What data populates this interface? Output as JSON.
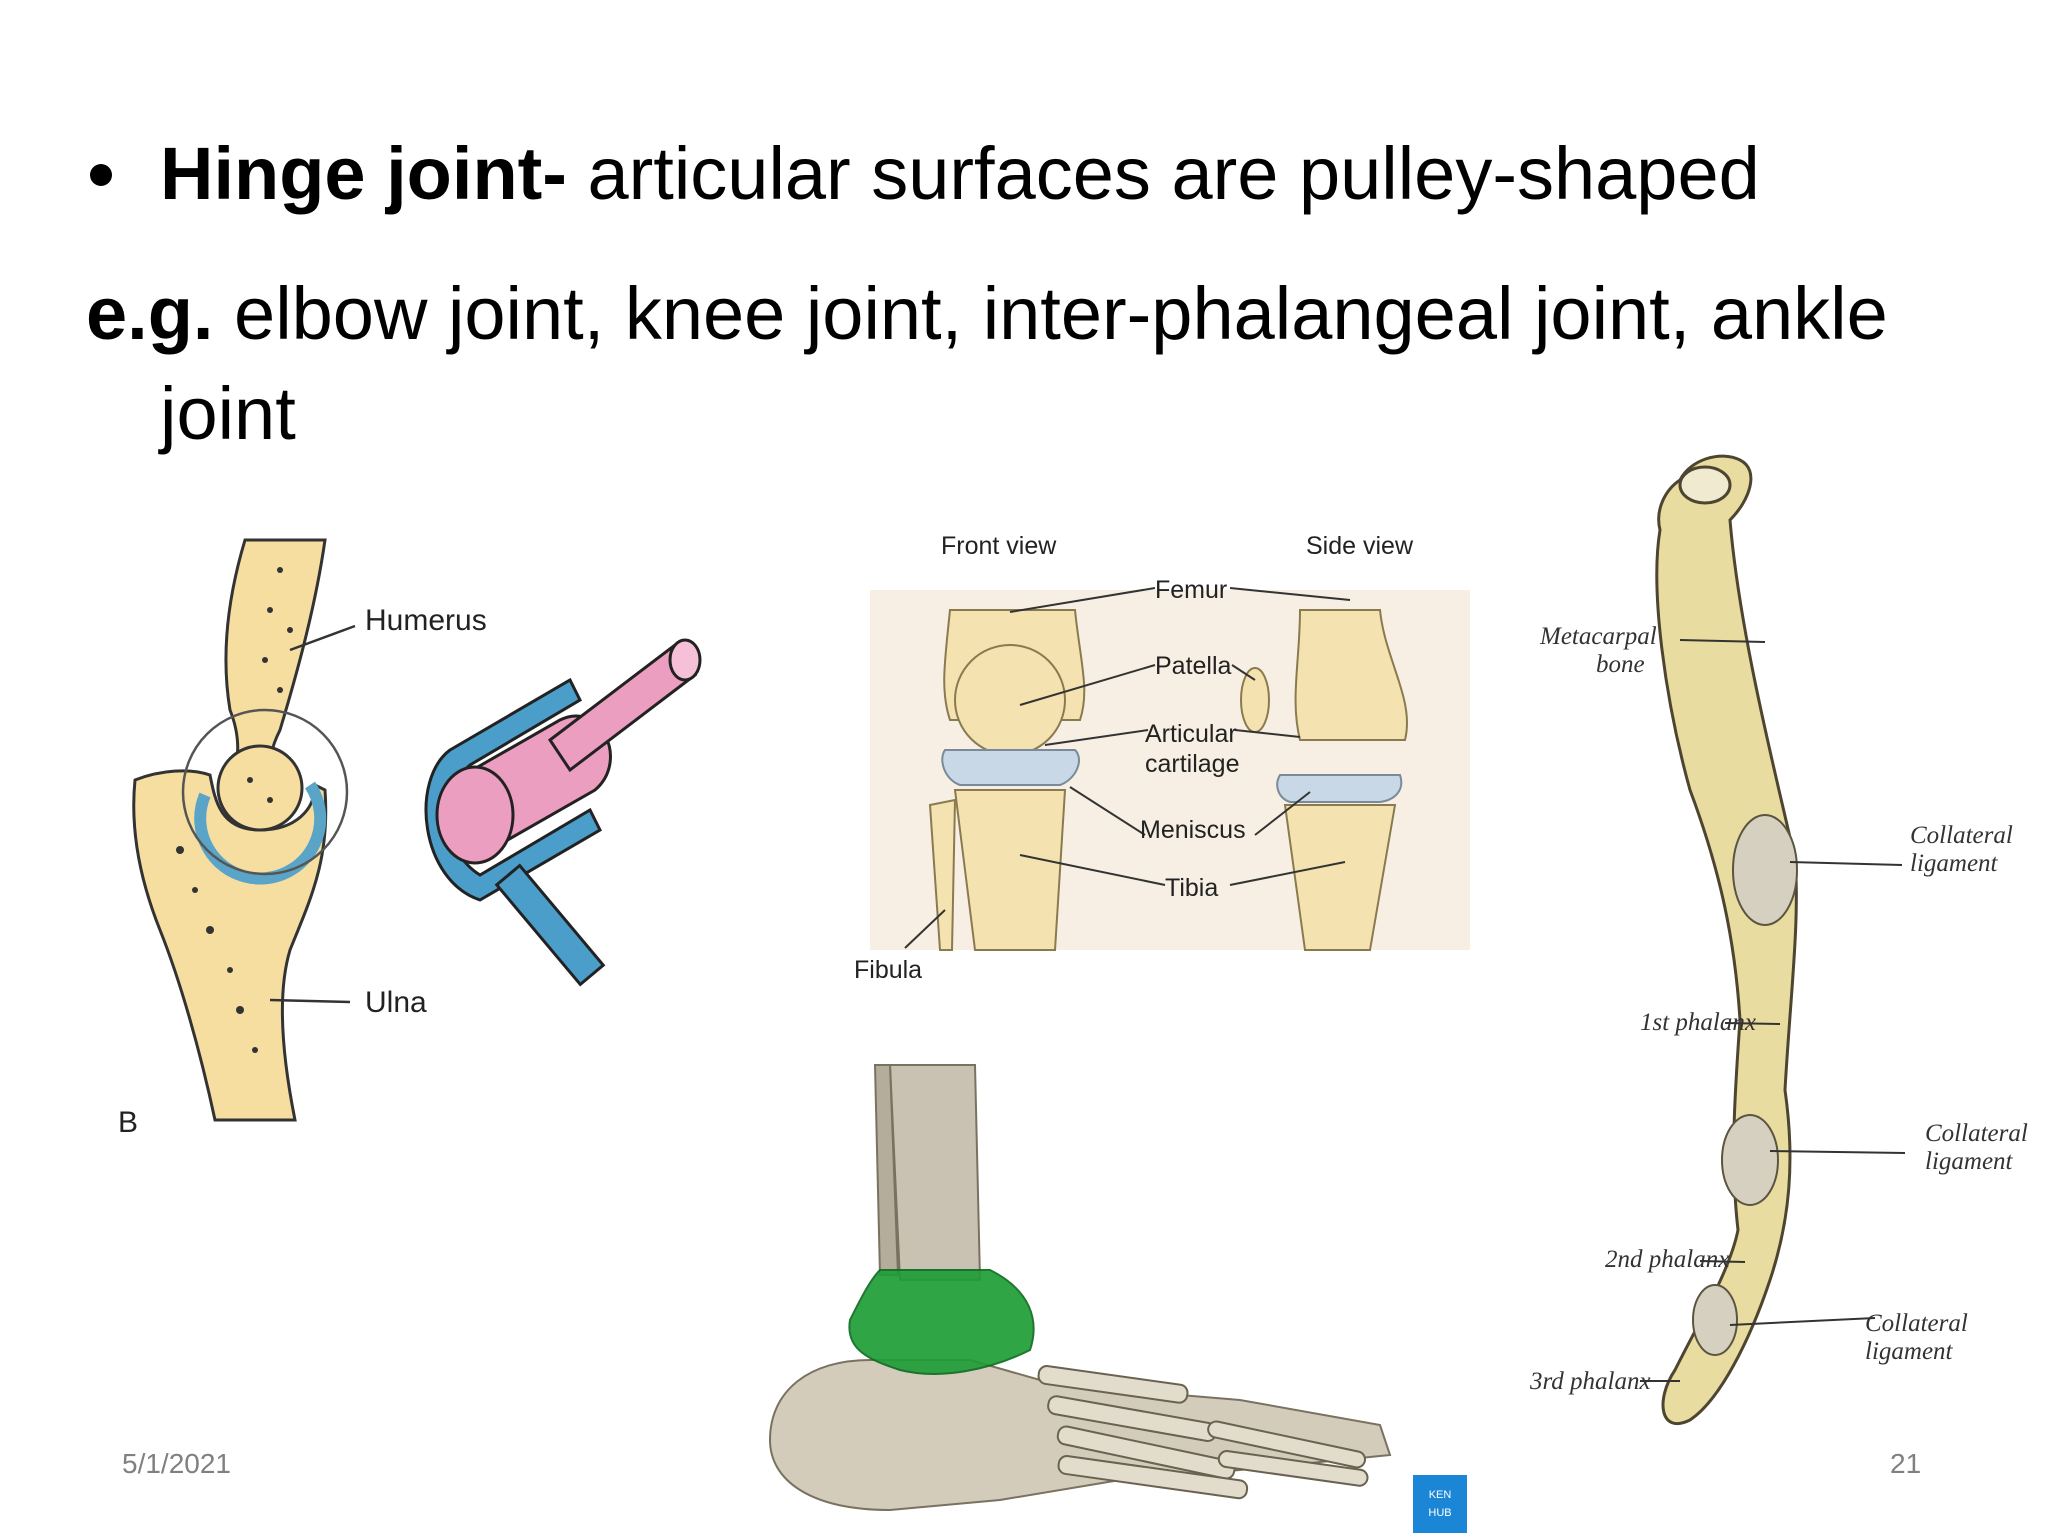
{
  "slide": {
    "bullet": {
      "bold": "Hinge joint-",
      "rest": " articular surfaces are pulley-shaped"
    },
    "example": {
      "bold": "e.g.",
      "rest": " elbow joint, knee joint, inter-phalangeal joint, ankle",
      "continuation": "joint"
    }
  },
  "figures": {
    "elbow": {
      "humerus": "Humerus",
      "ulna": "Ulna",
      "panel": "B"
    },
    "knee": {
      "front_view": "Front view",
      "side_view": "Side view",
      "femur": "Femur",
      "patella": "Patella",
      "articular1": "Articular",
      "articular2": "cartilage",
      "meniscus": "Meniscus",
      "tibia": "Tibia",
      "fibula": "Fibula"
    },
    "finger": {
      "metacarpal1": "Metacarpal",
      "metacarpal2": "bone",
      "collateral_a1": "Collateral",
      "collateral_a2": "ligament",
      "phalanx1": "1st phalanx",
      "collateral_b1": "Collateral",
      "collateral_b2": "ligament",
      "phalanx2": "2nd phalanx",
      "collateral_c1": "Collateral",
      "collateral_c2": "ligament",
      "phalanx3": "3rd phalanx"
    },
    "ankle": {
      "logo1": "KEN",
      "logo2": "HUB"
    }
  },
  "footer": {
    "date": "5/1/2021",
    "page": "21"
  }
}
